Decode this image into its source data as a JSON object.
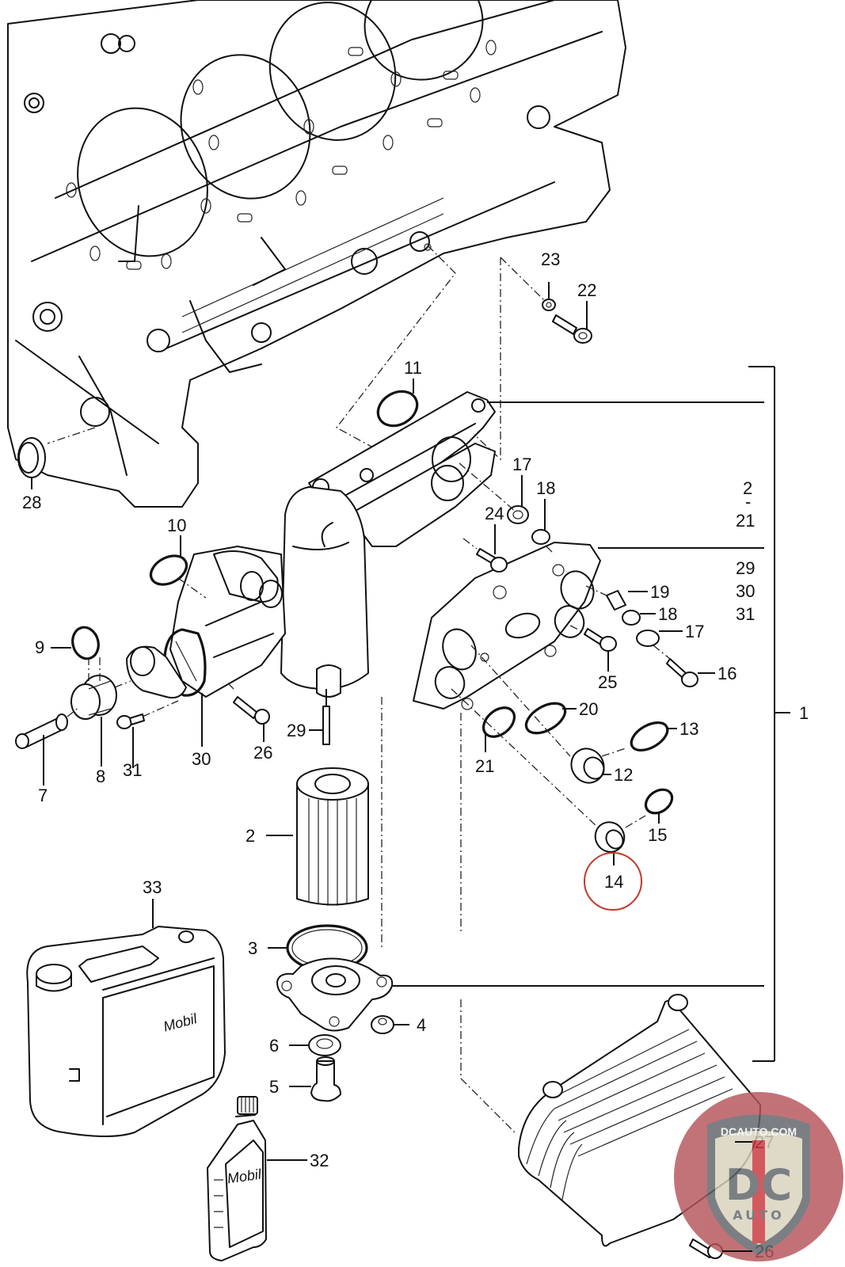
{
  "diagram": {
    "title": "Oil filter housing exploded parts diagram",
    "callouts": [
      {
        "id": "c1",
        "text": "1"
      },
      {
        "id": "c2",
        "text": "2"
      },
      {
        "id": "c3",
        "text": "3"
      },
      {
        "id": "c4",
        "text": "4"
      },
      {
        "id": "c5",
        "text": "5"
      },
      {
        "id": "c6",
        "text": "6"
      },
      {
        "id": "c7",
        "text": "7"
      },
      {
        "id": "c8",
        "text": "8"
      },
      {
        "id": "c9",
        "text": "9"
      },
      {
        "id": "c10",
        "text": "10"
      },
      {
        "id": "c11",
        "text": "11"
      },
      {
        "id": "c12",
        "text": "12"
      },
      {
        "id": "c13",
        "text": "13"
      },
      {
        "id": "c14",
        "text": "14"
      },
      {
        "id": "c15",
        "text": "15"
      },
      {
        "id": "c16",
        "text": "16"
      },
      {
        "id": "c17a",
        "text": "17"
      },
      {
        "id": "c17b",
        "text": "17"
      },
      {
        "id": "c18a",
        "text": "18"
      },
      {
        "id": "c18b",
        "text": "18"
      },
      {
        "id": "c19",
        "text": "19"
      },
      {
        "id": "c20",
        "text": "20"
      },
      {
        "id": "c21",
        "text": "21"
      },
      {
        "id": "c22",
        "text": "22"
      },
      {
        "id": "c23",
        "text": "23"
      },
      {
        "id": "c24",
        "text": "24"
      },
      {
        "id": "c25",
        "text": "25"
      },
      {
        "id": "c26a",
        "text": "26"
      },
      {
        "id": "c26b",
        "text": "26"
      },
      {
        "id": "c27",
        "text": "27"
      },
      {
        "id": "c28",
        "text": "28"
      },
      {
        "id": "c29",
        "text": "29"
      },
      {
        "id": "c30",
        "text": "30"
      },
      {
        "id": "c31",
        "text": "31"
      },
      {
        "id": "c32",
        "text": "32"
      },
      {
        "id": "c33",
        "text": "33"
      }
    ],
    "assembly_bracket": {
      "label": "1",
      "range_top": "2",
      "range_dash": "-",
      "range_bottom": "21",
      "extra": [
        "29",
        "30",
        "31"
      ]
    },
    "highlighted_part": "14",
    "highlight_color": "#c0392b",
    "product_labels": {
      "canister": "Mobil",
      "bottle": "Mobil"
    }
  },
  "watermark": {
    "site": "DCAUTO.COM",
    "letters": "DC",
    "word": "AUTO",
    "colors": {
      "circle": "#b5545a",
      "shield": "#d9d3bd",
      "letters": "#5f6469",
      "stripe": "#c9363c"
    }
  }
}
